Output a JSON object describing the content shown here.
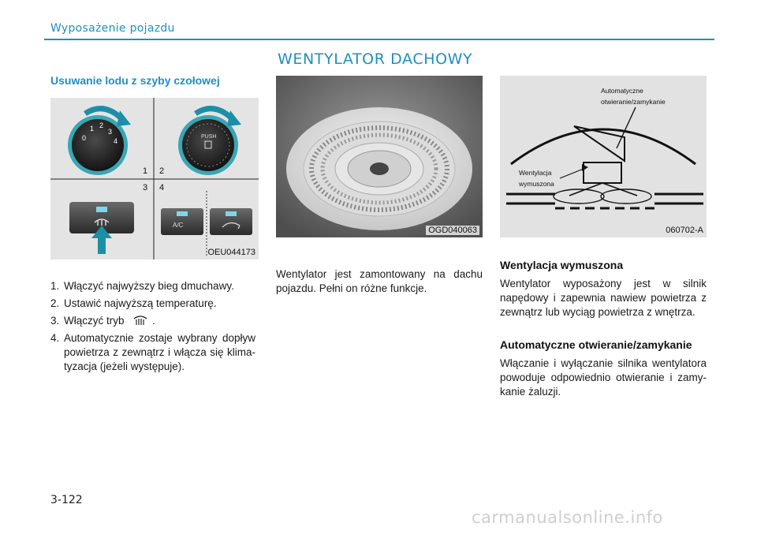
{
  "header": {
    "section": "Wyposażenie pojazdu",
    "title": "WENTYLATOR DACHOWY"
  },
  "left": {
    "subheading": "Usuwanie lodu z szyby czołowej",
    "figure": {
      "code": "OEU044173",
      "quadrant_labels": [
        "1",
        "2",
        "3",
        "4"
      ],
      "dial_numbers": [
        "0",
        "1",
        "2",
        "3",
        "4"
      ],
      "dial_push": "PUSH",
      "ac_label": "A/C"
    },
    "steps": [
      {
        "num": "1.",
        "text": "Włączyć najwyższy bieg dmuchawy."
      },
      {
        "num": "2.",
        "text": "Ustawić najwyższą temperaturę."
      },
      {
        "num": "3.",
        "text": "Włączyć tryb",
        "suffix": " ."
      },
      {
        "num": "4.",
        "text": "Automatycznie zostaje wybrany dopływ powietrza z zewnątrz i włącza się klima-tyzacja (jeżeli występuje)."
      }
    ]
  },
  "middle": {
    "figure": {
      "code": "OGD040063"
    },
    "text": "Wentylator jest zamontowany na dachu pojazdu. Pełni on różne funkcje."
  },
  "right": {
    "figure": {
      "code": "060702-A",
      "label_auto_line1": "Automatyczne",
      "label_auto_line2": "otwieranie/zamykanie",
      "label_vent_line1": "Wentylacja",
      "label_vent_line2": "wymuszona"
    },
    "h_forced": "Wentylacja wymuszona",
    "p_forced": "Wentylator wyposażony jest w silnik napędowy i zapewnia nawiew powietrza z zewnątrz lub wyciąg powietrza z wnętrza.",
    "h_auto": "Automatyczne otwieranie/zamykanie",
    "p_auto": "Włączanie i wyłączanie silnika wentylatora powoduje odpowiednio otwieranie i zamy-kanie żaluzji."
  },
  "footer": {
    "page": "3-122",
    "watermark": "carmanualsonline.info"
  },
  "colors": {
    "accent": "#1f8fc0"
  }
}
